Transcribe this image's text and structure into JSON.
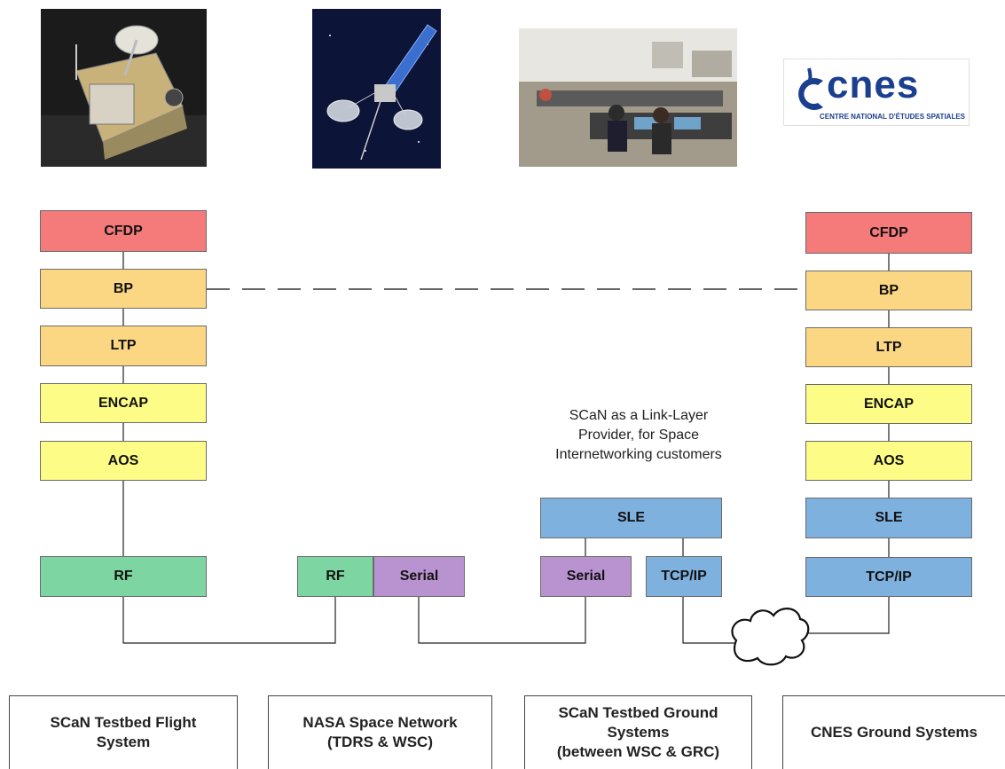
{
  "left_stack": {
    "cfdp": "CFDP",
    "bp": "BP",
    "ltp": "LTP",
    "encap": "ENCAP",
    "aos": "AOS",
    "rf": "RF"
  },
  "nasa_sn": {
    "rf": "RF",
    "serial": "Serial"
  },
  "scan_ground": {
    "sle": "SLE",
    "serial": "Serial",
    "tcpip": "TCP/IP"
  },
  "right_stack": {
    "cfdp": "CFDP",
    "bp": "BP",
    "ltp": "LTP",
    "encap": "ENCAP",
    "aos": "AOS",
    "sle": "SLE",
    "tcpip": "TCP/IP"
  },
  "caption": "SCaN as a Link-Layer\nProvider, for Space\nInternetworking customers",
  "bottom_labels": {
    "flight": "SCaN Testbed Flight\nSystem",
    "nasa": "NASA Space Network\n(TDRS & WSC)",
    "ground": "SCaN Testbed Ground\nSystems\n(between WSC & GRC)",
    "cnes": "CNES Ground Systems"
  },
  "logo": {
    "name": "cnes",
    "subtitle": "CENTRE NATIONAL D'ÉTUDES SPATIALES",
    "color": "#1b3f8f"
  },
  "colors": {
    "application": "#f57a7a",
    "bundle": "#fbd784",
    "link": "#fcfc86",
    "rf": "#7dd6a1",
    "serial": "#b993d0",
    "ground": "#7fb1de"
  }
}
